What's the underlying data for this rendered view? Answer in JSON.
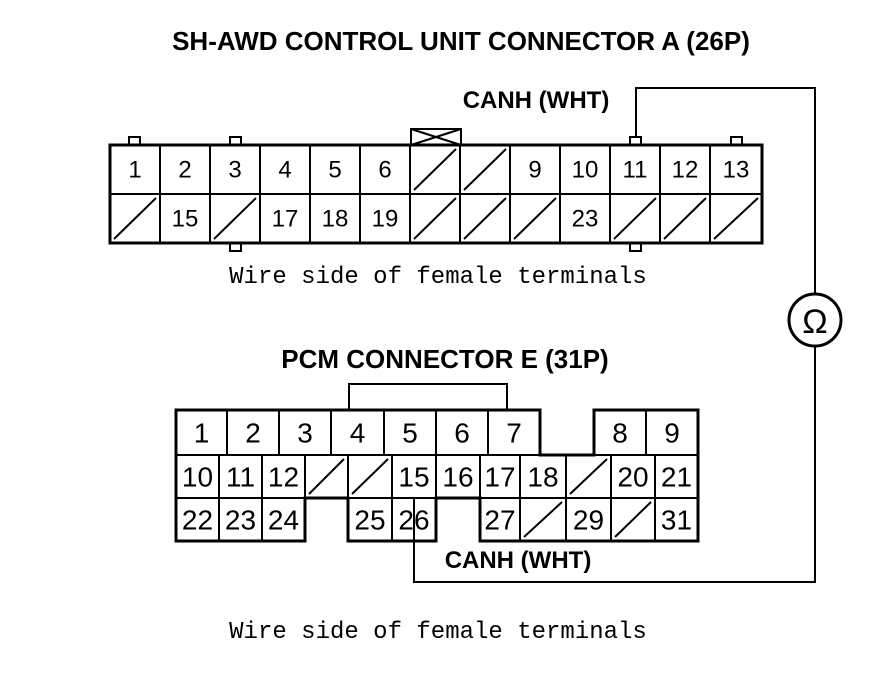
{
  "connector_a": {
    "title": "SH-AWD CONTROL UNIT CONNECTOR A (26P)",
    "wire_label": "CANH (WHT)",
    "row1": [
      "1",
      "2",
      "3",
      "4",
      "5",
      "6",
      "",
      "",
      "9",
      "10",
      "11",
      "12",
      "13"
    ],
    "row2": [
      "",
      "15",
      "",
      "17",
      "18",
      "19",
      "",
      "",
      "",
      "23",
      "",
      "",
      ""
    ],
    "note": "Wire side of female terminals"
  },
  "connector_e": {
    "title": "PCM CONNECTOR E (31P)",
    "wire_label": "CANH (WHT)",
    "row1": [
      "1",
      "2",
      "3",
      "4",
      "5",
      "6",
      "7",
      "8",
      "9"
    ],
    "row2": [
      "10",
      "11",
      "12",
      "",
      "",
      "15",
      "16",
      "17",
      "18",
      "",
      "20",
      "21"
    ],
    "row3": [
      "22",
      "23",
      "24",
      "25",
      "26",
      "27",
      "",
      "29",
      "",
      "31"
    ],
    "note": "Wire side of female terminals"
  },
  "meter": {
    "symbol": "Ω",
    "icon": "ohmmeter-icon"
  },
  "colors": {
    "line": "#000000",
    "background": "#ffffff"
  }
}
